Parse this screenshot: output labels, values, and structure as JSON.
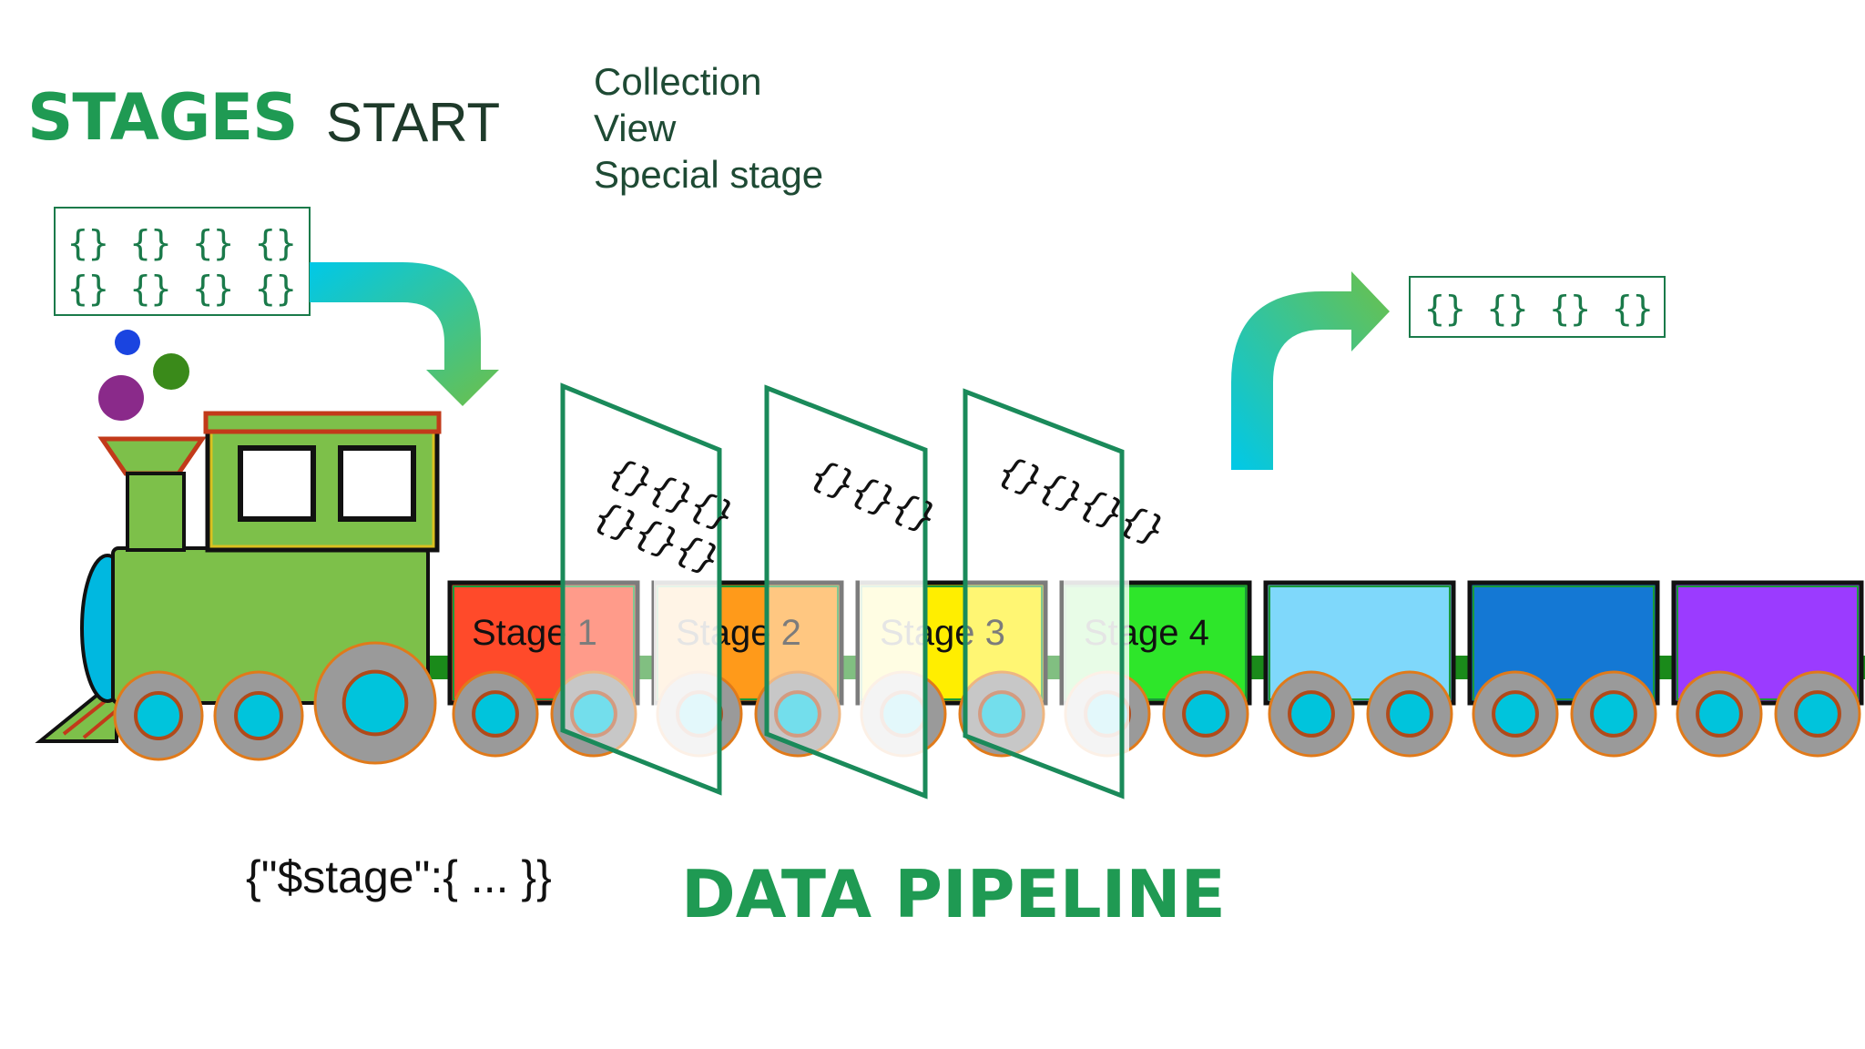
{
  "header": {
    "stages_heading": "STAGES",
    "start_label": "START",
    "start_options": [
      "Collection",
      "View",
      "Special stage"
    ]
  },
  "input_documents": [
    "{} {} {} {}",
    "{} {} {} {}"
  ],
  "output_documents": "{} {} {} {}",
  "filters": [
    {
      "lines": [
        "{}{}{}",
        "{}{}{}"
      ]
    },
    {
      "lines": [
        "{}{}{}"
      ]
    },
    {
      "lines": [
        "{}{}{}{}"
      ]
    }
  ],
  "cars": [
    {
      "label": "Stage 1",
      "color": "#ff4a2a"
    },
    {
      "label": "Stage 2",
      "color": "#ff9a1a"
    },
    {
      "label": "Stage 3",
      "color": "#ffee00"
    },
    {
      "label": "Stage 4",
      "color": "#2ee62a"
    },
    {
      "label": "",
      "color": "#7fd8fb"
    },
    {
      "label": "",
      "color": "#1478d4"
    },
    {
      "label": "",
      "color": "#9b3bff"
    }
  ],
  "stage_syntax": "{\"$stage\":{ ... }}",
  "pipeline_title": "DATA PIPELINE",
  "colors": {
    "brand_green": "#1f9a53",
    "engine_green": "#7dc04a",
    "arrow_gradient": [
      "#00c8e8",
      "#6cc04a"
    ],
    "wheel_rim": "#9a9a9a",
    "wheel_hub": "#00c4dc",
    "smoke": [
      "#1a44e0",
      "#3a8a1a",
      "#8a2a8a"
    ]
  }
}
